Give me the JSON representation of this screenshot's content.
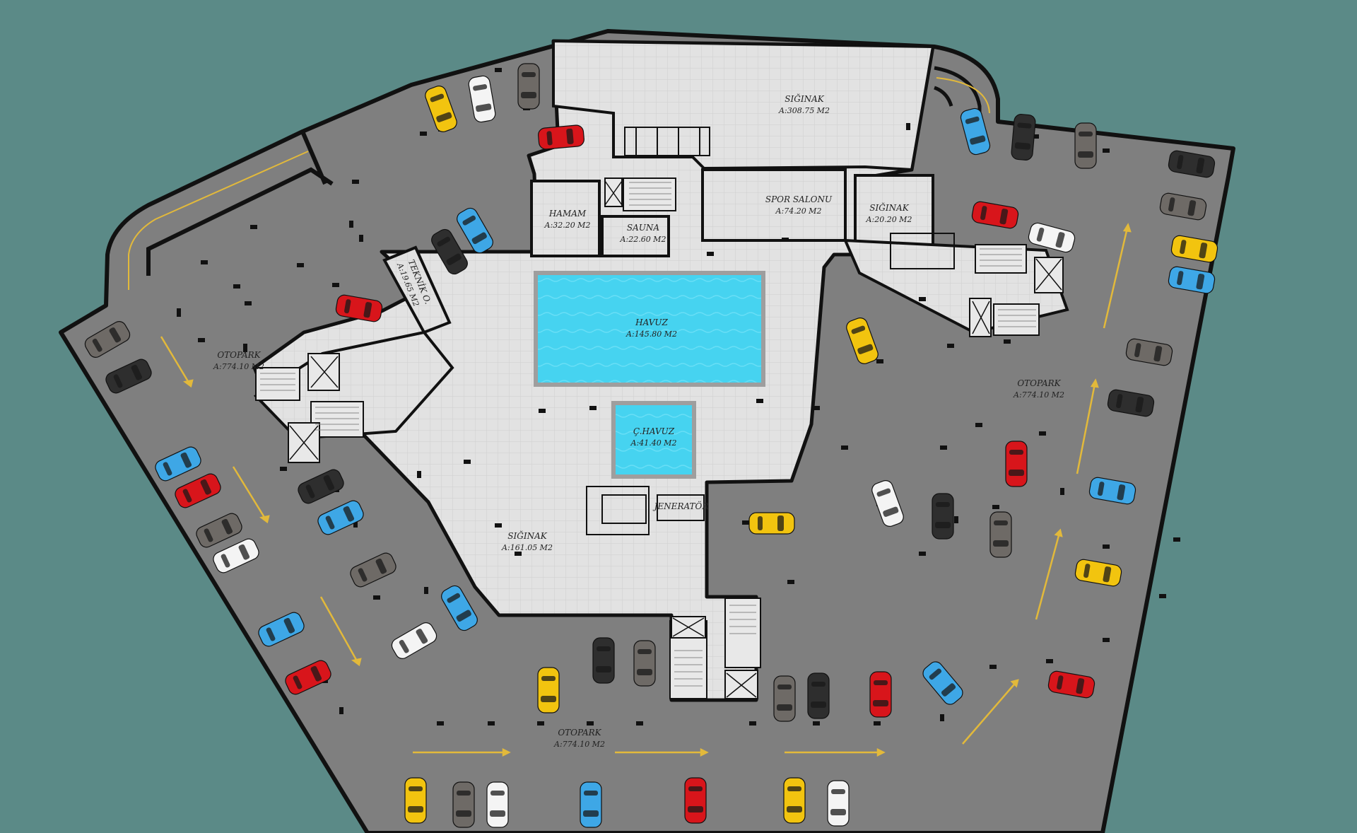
{
  "colors": {
    "background": "#5b8a87",
    "parking_floor": "#7f7f7f",
    "interior_floor": "#e2e2e2",
    "wall": "#111111",
    "pool_water": "#46d3f0",
    "pool_edge": "#9e9e9e",
    "lane_arrow": "#e2b93b"
  },
  "icons": {
    "car": "car-icon",
    "staircase": "staircase-icon",
    "elevator": "elevator-icon",
    "lane_arrow": "arrow-icon"
  },
  "rooms": {
    "siginak_top": {
      "name": "SIĞINAK",
      "area": "A:308.75 M2"
    },
    "hamam": {
      "name": "HAMAM",
      "area": "A:32.20 M2"
    },
    "sauna": {
      "name": "SAUNA",
      "area": "A:22.60 M2"
    },
    "spor_salonu": {
      "name": "SPOR SALONU",
      "area": "A:74.20 M2"
    },
    "siginak_right": {
      "name": "SIĞINAK",
      "area": "A:20.20 M2"
    },
    "teknik_oda": {
      "name": "TEKNİK O.",
      "area": "A:19.65 M2"
    },
    "havuz": {
      "name": "HAVUZ",
      "area": "A:145.80 M2"
    },
    "cocuk_havuz": {
      "name": "Ç.HAVUZ",
      "area": "A:41.40 M2"
    },
    "siginak_bottom": {
      "name": "SIĞINAK",
      "area": "A:161.05 M2"
    },
    "jenerator": {
      "name": "JENERATÖR",
      "area": ""
    },
    "otopark_left": {
      "name": "OTOPARK",
      "area": "A:774.10 M2"
    },
    "otopark_right": {
      "name": "OTOPARK",
      "area": "A:774.10 M2"
    },
    "otopark_bottom": {
      "name": "OTOPARK",
      "area": "A:774.10 M2"
    }
  },
  "car_colors": {
    "yellow": "#f2c40f",
    "white": "#f4f4f4",
    "grey": "#6e6a66",
    "red": "#d8151b",
    "blue": "#3ea7e6",
    "black": "#2e2e2e"
  }
}
